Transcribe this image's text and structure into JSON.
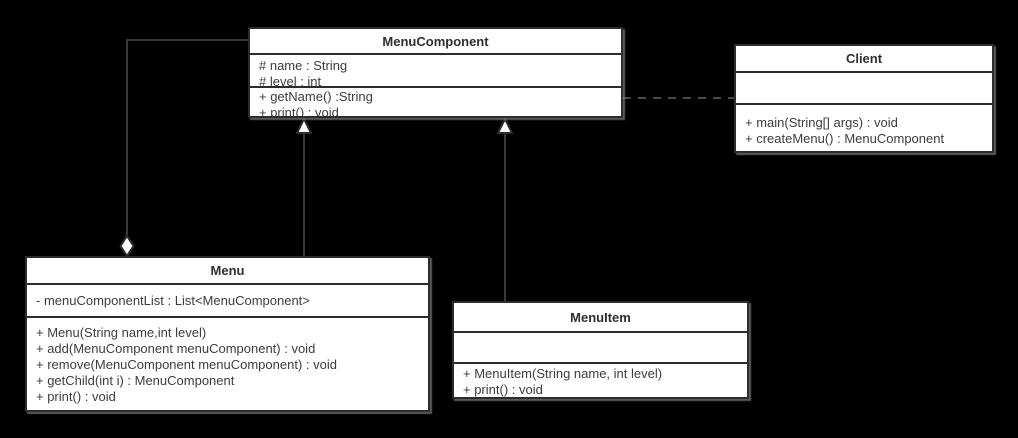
{
  "diagram": {
    "kind": "uml-class-diagram",
    "background": "#000000"
  },
  "colors": {
    "box_fill": "#ffffff",
    "box_border": "#2d2d2d",
    "text": "#3d3d3d",
    "line": "#3a3a3a",
    "dashed_line": "#4a4a4a"
  },
  "classes": [
    {
      "name": "MenuComponent",
      "attributes": [
        "# name : String",
        "# level : int"
      ],
      "methods": [
        "+ getName() :String",
        "+ print() : void"
      ]
    },
    {
      "name": "Client",
      "attributes": [],
      "methods": [
        "+ main(String[] args) : void",
        "+ createMenu() : MenuComponent"
      ]
    },
    {
      "name": "Menu",
      "attributes": [
        "- menuComponentList : List<MenuComponent>"
      ],
      "methods": [
        "+ Menu(String name,int level)",
        "+ add(MenuComponent menuComponent) : void",
        "+ remove(MenuComponent menuComponent) : void",
        "+ getChild(int i) : MenuComponent",
        "+ print() : void"
      ]
    },
    {
      "name": "MenuItem",
      "attributes": [],
      "methods": [
        "+ MenuItem(String name, int level)",
        "+ print() : void"
      ]
    }
  ],
  "relationships": [
    {
      "type": "aggregation",
      "from": "Menu",
      "to": "MenuComponent",
      "marker": "hollow-diamond-at-menu"
    },
    {
      "type": "generalization",
      "from": "Menu",
      "to": "MenuComponent",
      "marker": "hollow-triangle-at-menucomponent"
    },
    {
      "type": "generalization",
      "from": "MenuItem",
      "to": "MenuComponent",
      "marker": "hollow-triangle-at-menucomponent"
    },
    {
      "type": "dependency",
      "from": "Client",
      "to": "MenuComponent",
      "style": "dashed"
    }
  ]
}
